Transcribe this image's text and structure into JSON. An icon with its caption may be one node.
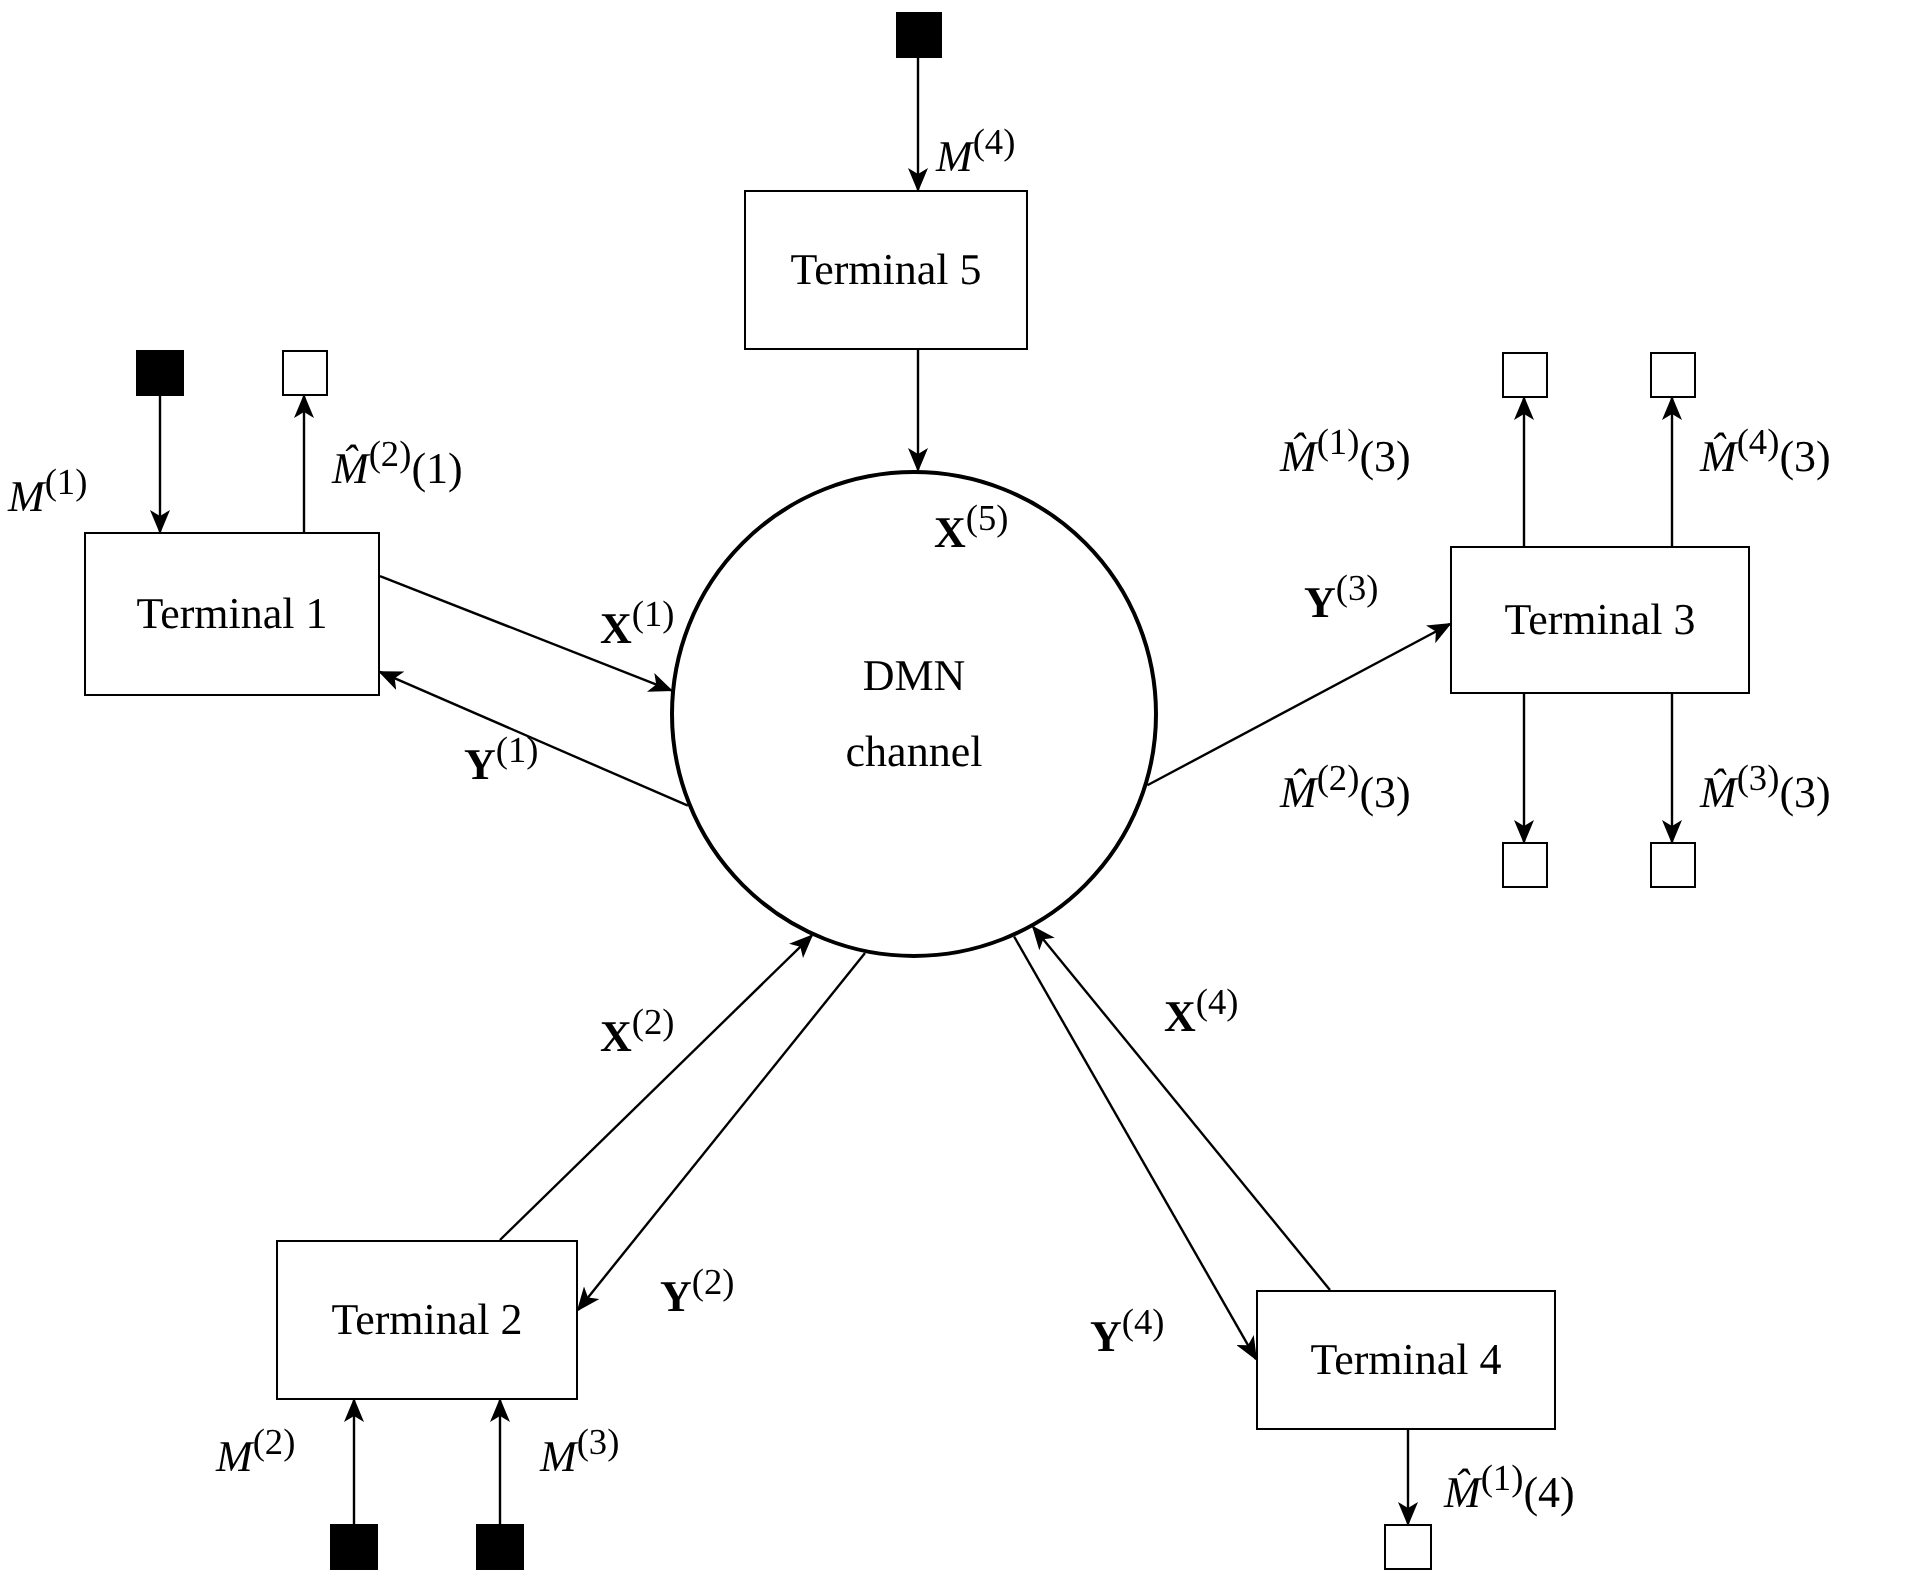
{
  "diagram": {
    "nodes": [
      {
        "text": [
          "DMN channel"
        ]
      },
      {
        "text": [
          "Terminal 1"
        ]
      },
      {
        "text": [
          "Terminal 2"
        ]
      },
      {
        "text": [
          "Terminal 3"
        ]
      },
      {
        "text": [
          "Terminal 4"
        ]
      },
      {
        "text": [
          "Terminal 5"
        ]
      },
      {
        "text": [],
        "shape": "box"
      },
      {
        "text": [],
        "shape": "box"
      },
      {
        "text": [],
        "shape": "box"
      },
      {
        "text": [],
        "shape": "box"
      },
      {
        "text": [],
        "shape": "box"
      },
      {
        "text": [],
        "shape": "box"
      },
      {
        "text": [],
        "shape": "box"
      },
      {
        "text": [],
        "shape": "box"
      },
      {
        "text": [],
        "shape": "box"
      },
      {
        "text": [],
        "shape": "box"
      }
    ],
    "edges": [
      {
        "from": 6,
        "to": 5,
        "arrow": "to",
        "label": "*M*$^{(4)}$"
      },
      {
        "from": 5,
        "to": 0,
        "arrow": "to",
        "label": "**X**$^{(5)}$"
      },
      {
        "from": 7,
        "to": 1,
        "arrow": "to",
        "label": "*M*$^{(1)}$"
      },
      {
        "from": 1,
        "to": 8,
        "arrow": "to",
        "label": "*M̂*$^{(2)}$(1)"
      },
      {
        "from": 3,
        "to": 9,
        "arrow": "to",
        "label": "*M̂*$^{(1)}$(3)"
      },
      {
        "from": 3,
        "to": 10,
        "arrow": "to",
        "label": "*M̂*$^{(4)}$(3)"
      },
      {
        "from": 3,
        "to": 11,
        "arrow": "to",
        "label": "*M̂*$^{(2)}$(3)"
      },
      {
        "from": 3,
        "to": 12,
        "arrow": "to",
        "label": "*M̂*$^{(3)}$(3)"
      },
      {
        "from": 1,
        "to": 0,
        "arrow": "to",
        "label": "**X**$^{(1)}$"
      },
      {
        "from": 0,
        "to": 1,
        "arrow": "to",
        "label": "**Y**$^{(1)}$"
      },
      {
        "from": 0,
        "to": 3,
        "arrow": "to",
        "label": "**Y**$^{(3)}$"
      },
      {
        "from": 2,
        "to": 0,
        "arrow": "to",
        "label": "**X**$^{(2)}$"
      },
      {
        "from": 0,
        "to": 2,
        "arrow": "to",
        "label": "**Y**$^{(2)}$"
      },
      {
        "from": 4,
        "to": 0,
        "arrow": "to",
        "label": "**X**$^{(4)}$"
      },
      {
        "from": 0,
        "to": 4,
        "arrow": "to",
        "label": "**Y**$^{(4)}$"
      },
      {
        "from": 13,
        "to": 2,
        "arrow": "to",
        "label": "*M*$^{(2)}$"
      },
      {
        "from": 14,
        "to": 2,
        "arrow": "to",
        "label": "*M*$^{(3)}$"
      },
      {
        "from": 4,
        "to": 15,
        "arrow": "to",
        "label": "*M̂*$^{(1)}$(4)"
      }
    ]
  }
}
